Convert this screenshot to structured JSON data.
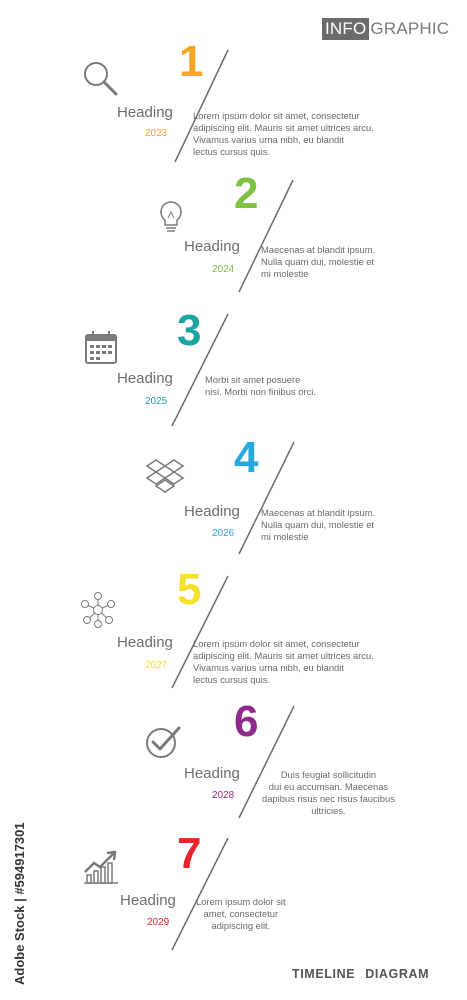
{
  "header": {
    "badge_dark": "INFO",
    "badge_light": "GRAPHIC"
  },
  "steps": [
    {
      "number": "1",
      "heading": "Heading",
      "year": "2023",
      "color": "#f5a623",
      "icon": "magnifier-icon",
      "text": "Lorem ipsum dolor sit amet, consectetur\nadipiscing elit. Mauris sit amet ultrices arcu.\nVivamus varius urna nibh, eu blandit\nlectus cursus quis."
    },
    {
      "number": "2",
      "heading": "Heading",
      "year": "2024",
      "color": "#7dc242",
      "icon": "lightbulb-icon",
      "text": "Maecenas at blandit ipsum.\nNulla quam dui, molestie et\nmi molestie"
    },
    {
      "number": "3",
      "heading": "Heading",
      "year": "2025",
      "color": "#1aa5a0",
      "icon": "calendar-icon",
      "text": "Morbi sit amet posuere\nnisi. Morbi non finibus orci."
    },
    {
      "number": "4",
      "heading": "Heading",
      "year": "2026",
      "color": "#29a8e0",
      "icon": "dropbox-icon",
      "text": "Maecenas at blandit ipsum.\nNulla quam dui, molestie et\nmi molestie"
    },
    {
      "number": "5",
      "heading": "Heading",
      "year": "2027",
      "color": "#f5e02a",
      "icon": "network-people-icon",
      "text": "Lorem ipsum dolor sit amet, consectetur\nadipiscing elit. Mauris sit amet ultrices arcu.\nVivamus varius urna nibh, eu blandit\nlectus cursus quis."
    },
    {
      "number": "6",
      "heading": "Heading",
      "year": "2028",
      "color": "#8e2a8b",
      "icon": "checkmark-icon",
      "text": "Duis feugiat sollicitudin\ndui eu accumsan. Maecenas\ndapibus risus nec risus faucibus\nultricies."
    },
    {
      "number": "7",
      "heading": "Heading",
      "year": "2029",
      "color": "#e8232a",
      "icon": "growth-chart-icon",
      "text": "Lorem ipsum dolor sit\namet, consectetur\nadipiscing elit."
    }
  ],
  "footer": {
    "title": "TIMELINE DIAGRAM"
  },
  "watermark": {
    "text": "Adobe Stock | #594917301"
  }
}
